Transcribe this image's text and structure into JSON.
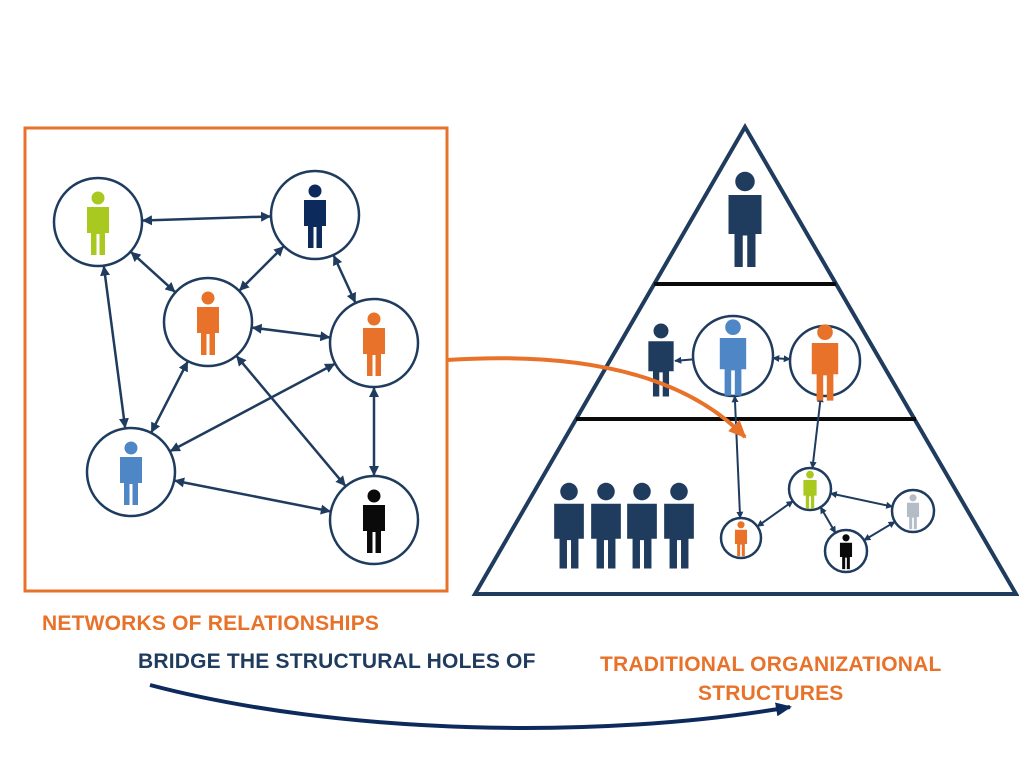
{
  "captions": {
    "networks": "NETWORKS OF RELATIONSHIPS",
    "bridge": "BRIDGE THE STRUCTURAL HOLES OF",
    "traditional_line1": "TRADITIONAL ORGANIZATIONAL",
    "traditional_line2": "STRUCTURES"
  },
  "colors": {
    "orange": "#e8722a",
    "navy": "#1f3b5e",
    "dark_navy": "#0d2a5c",
    "lime": "#a9c820",
    "blue": "#4f86c6",
    "black": "#0a0a0a",
    "gray": "#b4bcc8",
    "arrow": "#1f3b5e"
  },
  "network_people": [
    {
      "id": "lime",
      "color": "lime"
    },
    {
      "id": "dark-navy",
      "color": "dark_navy"
    },
    {
      "id": "orange-center",
      "color": "orange"
    },
    {
      "id": "orange-right",
      "color": "orange"
    },
    {
      "id": "blue",
      "color": "blue"
    },
    {
      "id": "black",
      "color": "black"
    }
  ],
  "pyramid_people": [
    {
      "id": "top-leader",
      "color": "navy"
    },
    {
      "id": "middle-manager",
      "color": "navy"
    },
    {
      "id": "middle-blue",
      "color": "blue"
    },
    {
      "id": "middle-orange",
      "color": "orange"
    },
    {
      "id": "worker-1",
      "color": "navy"
    },
    {
      "id": "worker-2",
      "color": "navy"
    },
    {
      "id": "worker-3",
      "color": "navy"
    },
    {
      "id": "worker-4",
      "color": "navy"
    },
    {
      "id": "small-orange",
      "color": "orange"
    },
    {
      "id": "small-lime",
      "color": "lime"
    },
    {
      "id": "small-black",
      "color": "black"
    },
    {
      "id": "small-gray",
      "color": "gray"
    }
  ]
}
